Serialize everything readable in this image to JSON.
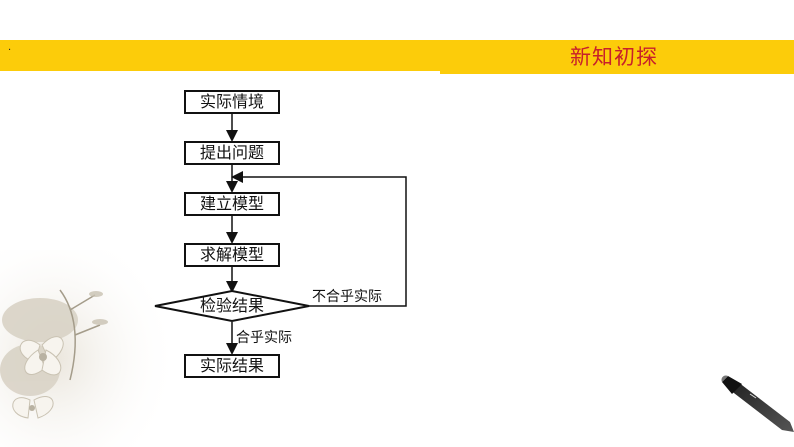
{
  "header": {
    "dot": "·",
    "title": "新知初探",
    "bar_color": "#fccc0a",
    "title_color": "#c8202a"
  },
  "flowchart": {
    "steps": [
      "实际情境",
      "提出问题",
      "建立模型",
      "求解模型"
    ],
    "decision": "检验结果",
    "no_label": "不合乎实际",
    "yes_label": "合乎实际",
    "result": "实际结果"
  },
  "decorations": {
    "left": "flower-ink-painting",
    "bottom_right": "calligraphy-brush"
  }
}
